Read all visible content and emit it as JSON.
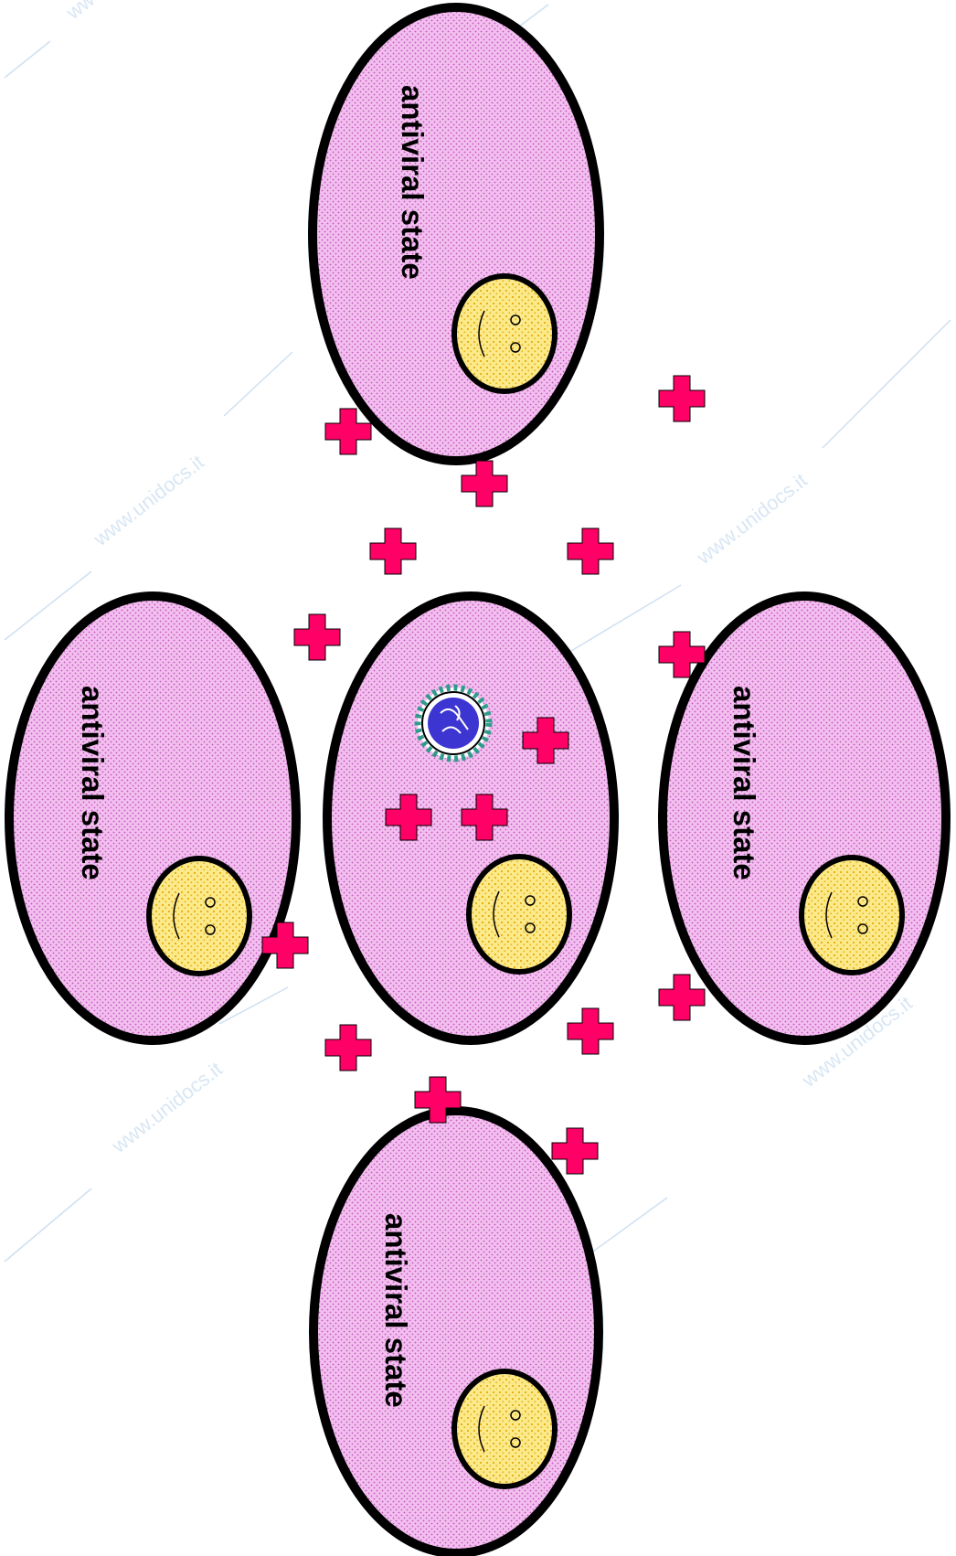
{
  "cells": {
    "top": {
      "label": "antiviral state"
    },
    "left": {
      "label": "antiviral state"
    },
    "right": {
      "label": "antiviral state"
    },
    "bottom": {
      "label": "antiviral state"
    },
    "center": {
      "label": ""
    }
  },
  "watermark": {
    "text": "www.unidocs.it"
  },
  "colors": {
    "cell_fill": "#f2bfee",
    "cell_dot": "#c454c0",
    "cell_outline": "#000000",
    "nucleus_fill": "#fbe98a",
    "nucleus_dot": "#e7b21a",
    "interferon": "#ff0066",
    "virus_core": "#3d35d1",
    "virus_spikes": "#2e9c8c"
  }
}
